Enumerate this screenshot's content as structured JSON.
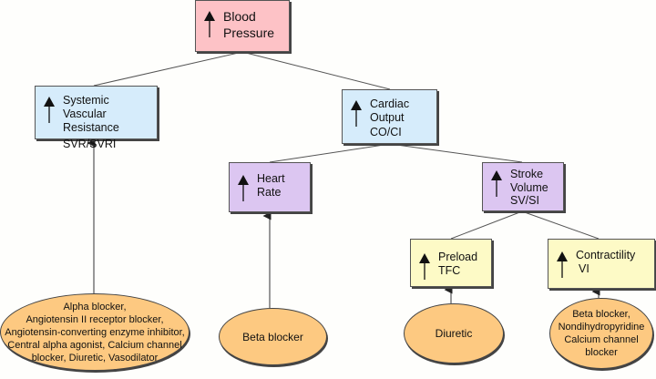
{
  "nodes": {
    "blood_pressure": {
      "title": "Blood Pressure",
      "line1": "Blood",
      "line2": "Pressure",
      "indicator": "up-arrow-icon",
      "color": "#fdc2c6"
    },
    "svr": {
      "line1": "Systemic Vascular",
      "line2": "Resistance",
      "abbr": "SVR/SVRI",
      "indicator": "up-arrow-icon",
      "color": "#d6ecfb"
    },
    "cardiac_output": {
      "line1": "Cardiac",
      "line2": "Output",
      "abbr": "CO/CI",
      "indicator": "up-arrow-icon",
      "color": "#d6ecfb"
    },
    "heart_rate": {
      "line1": "Heart",
      "line2": "Rate",
      "indicator": "up-arrow-icon",
      "color": "#dcc6f1"
    },
    "stroke_volume": {
      "line1": "Stroke",
      "line2": "Volume",
      "abbr": "SV/SI",
      "indicator": "up-arrow-icon",
      "color": "#dcc6f1"
    },
    "preload": {
      "line1": "Preload",
      "abbr": "TFC",
      "indicator": "up-arrow-icon",
      "color": "#fdfac6"
    },
    "contractility": {
      "line1": "Contractility",
      "abbr": "VI",
      "indicator": "up-arrow-icon",
      "color": "#fdfac6"
    }
  },
  "treatments": {
    "svr": [
      "Alpha blocker,",
      "Angiotensin II receptor blocker,",
      "Angiotensin-converting enzyme inhibitor,",
      "Central alpha agonist, Calcium channel",
      "blocker, Diuretic, Vasodilator"
    ],
    "heart_rate": [
      "Beta blocker"
    ],
    "preload": [
      "Diuretic"
    ],
    "contractility": [
      "Beta blocker,",
      "Nondihydropyridine",
      "Calcium channel",
      "blocker"
    ]
  },
  "treatment_color": "#fdc981",
  "edges": [
    [
      "blood_pressure",
      "svr"
    ],
    [
      "blood_pressure",
      "cardiac_output"
    ],
    [
      "cardiac_output",
      "heart_rate"
    ],
    [
      "cardiac_output",
      "stroke_volume"
    ],
    [
      "stroke_volume",
      "preload"
    ],
    [
      "stroke_volume",
      "contractility"
    ]
  ]
}
